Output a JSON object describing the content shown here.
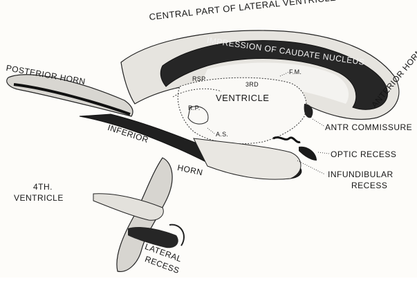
{
  "labels": {
    "central_part": "CENTRAL PART OF LATERAL VENTRICLE",
    "impression_caudate": "IMPRESSION OF CAUDATE NUCLEUS",
    "anterior_horn": "ANTERIOR HORN",
    "posterior_horn": "POSTERIOR HORN",
    "rsp": "RSP",
    "fm": "F.M.",
    "third_sup": "3RD",
    "third_ventricle": "VENTRICLE",
    "rp": "R.P.",
    "as": "A.S.",
    "ant_commissure": "ANTR COMMISSURE",
    "inferior_horn_1": "INFERIOR",
    "inferior_horn_2": "HORN",
    "optic_recess": "OPTIC RECESS",
    "infundibular_1": "INFUNDIBULAR",
    "infundibular_2": "RECESS",
    "fourth_1": "4TH.",
    "fourth_2": "VENTRICLE",
    "lateral_recess_1": "LATERAL",
    "lateral_recess_2": "RECESS"
  },
  "colors": {
    "ink": "#151515",
    "cast": "#2a2a2a",
    "shade": "#8c8c8c",
    "paper": "#fdfcf9"
  }
}
